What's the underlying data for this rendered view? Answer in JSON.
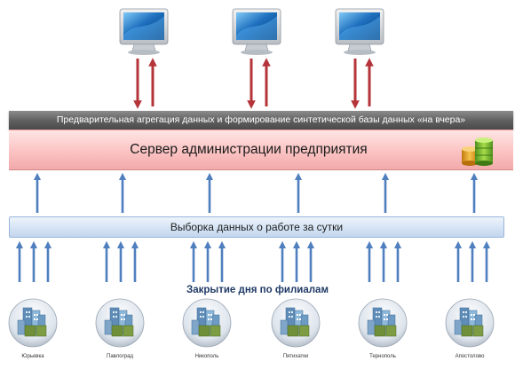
{
  "aggregation_band": {
    "text": "Предварительная агрегация данных  и  формирование синтетической базы данных «на вчера»"
  },
  "server_band": {
    "title": "Сервер администрации предприятия",
    "icon": "database-icon"
  },
  "selection_band": {
    "text": "Выборка данных о работе за сутки"
  },
  "closing_caption": "Закрытие дня по филиалам",
  "workstations": [
    {
      "icon": "monitor-icon"
    },
    {
      "icon": "monitor-icon"
    },
    {
      "icon": "monitor-icon"
    }
  ],
  "branches": [
    {
      "label": "Юрьевка",
      "icon": "buildings-icon"
    },
    {
      "label": "Павлоград",
      "icon": "buildings-icon"
    },
    {
      "label": "Никополь",
      "icon": "buildings-icon"
    },
    {
      "label": "Пятихатки",
      "icon": "buildings-icon"
    },
    {
      "label": "Тернополь",
      "icon": "buildings-icon"
    },
    {
      "label": "Апостолово",
      "icon": "buildings-icon"
    }
  ],
  "colors": {
    "up_arrow": "#4f7fbf",
    "down_arrow": "#b5343a",
    "server_band": "#fbc3c3",
    "selection_band": "#d3e2f4",
    "aggregation_band": "#5e5e5e"
  }
}
